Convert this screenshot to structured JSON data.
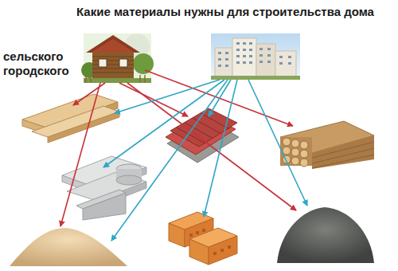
{
  "diagram": {
    "title": "Какие материалы нужны для строительства дома",
    "labels": [
      "сельского",
      "городского"
    ]
  }
}
